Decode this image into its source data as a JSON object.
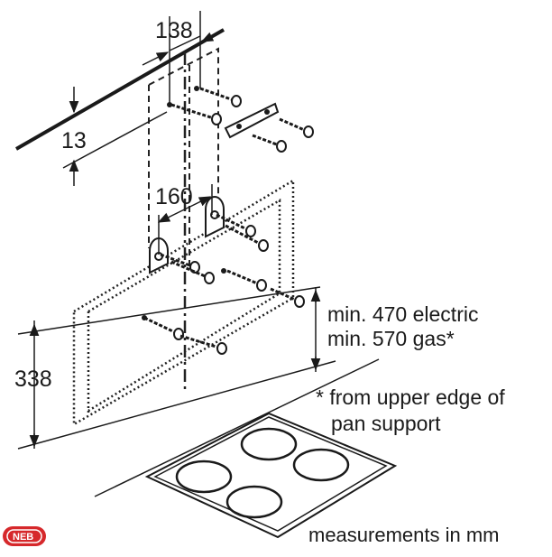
{
  "dimensions": {
    "width_top": "138",
    "ceiling_offset": "13",
    "bracket_spacing": "160",
    "bottom_height": "338"
  },
  "notes": {
    "min_electric": "min. 470 electric",
    "min_gas": "min. 570 gas*",
    "footnote_line1": "* from upper edge of",
    "footnote_line2": "pan support"
  },
  "footer": {
    "units": "measurements in mm"
  },
  "logo": {
    "text": "NEB",
    "color": "#d6282b"
  }
}
